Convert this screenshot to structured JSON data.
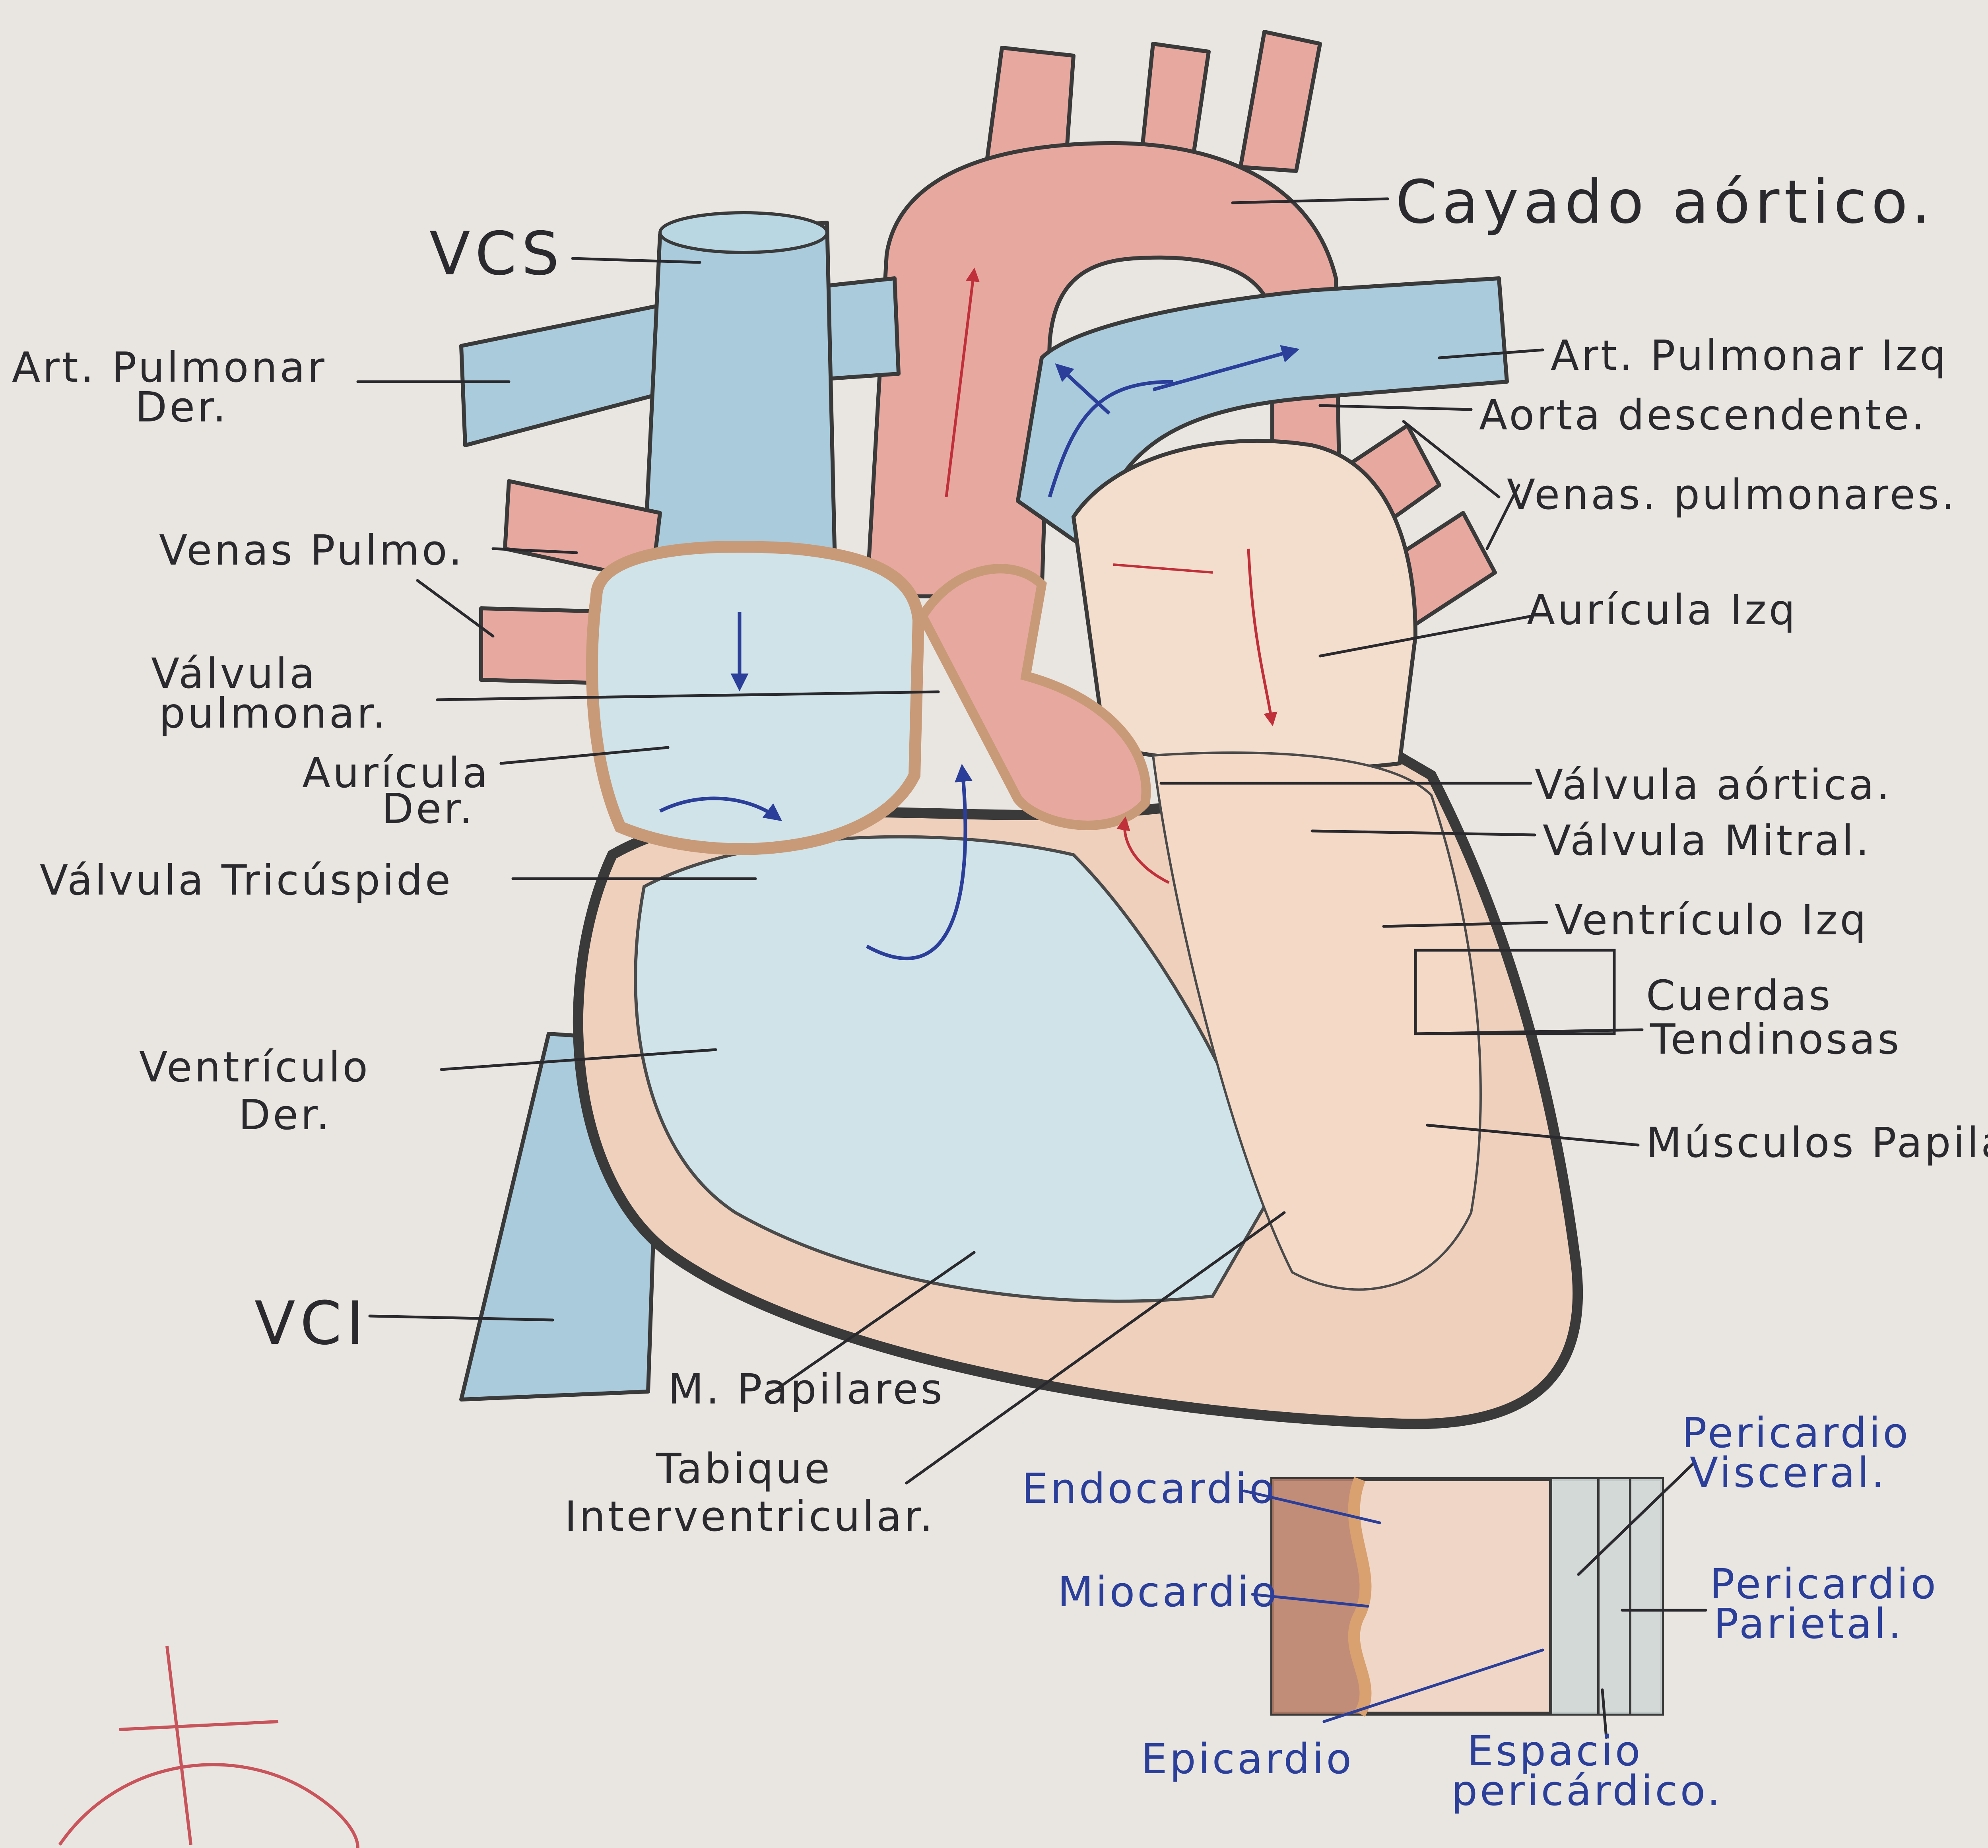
{
  "labels": {
    "vcs": "VCS",
    "art_pulmonar_der_1": "Art. Pulmonar",
    "art_pulmonar_der_2": "Der.",
    "venas_pulmo": "Venas Pulmo.",
    "valvula_pulmonar_1": "Válvula",
    "valvula_pulmonar_2": "pulmonar.",
    "auricula_der_1": "Aurícula",
    "auricula_der_2": "Der.",
    "valvula_tricuspide": "Válvula Tricúspide",
    "ventriculo_der_1": "Ventrículo",
    "ventriculo_der_2": "Der.",
    "vci": "VCI",
    "m_papilares": "M. Papilares",
    "tabique_1": "Tabique",
    "tabique_2": "Interventricular.",
    "cayado_aortico": "Cayado aórtico.",
    "art_pulmonar_izq": "Art. Pulmonar Izq",
    "aorta_descendente": "Aorta descendente.",
    "venas_pulmonares": "Venas. pulmonares.",
    "auricula_izq": "Aurícula Izq",
    "valvula_aortica": "Válvula aórtica.",
    "valvula_mitral": "Válvula Mitral.",
    "ventriculo_izq": "Ventrículo Izq",
    "cuerdas_1": "Cuerdas",
    "cuerdas_2": "Tendinosas",
    "musculos_papilares": "Músculos Papilare",
    "endocardio": "Endocardio",
    "miocardio": "Miocardio",
    "epicardio": "Epicardio",
    "espacio_1": "Espacio",
    "espacio_2": "pericárdico.",
    "pericardio_visceral_1": "Pericardio",
    "pericardio_visceral_2": "Visceral.",
    "pericardio_parietal_1": "Pericardio",
    "pericardio_parietal_2": "Parietal."
  },
  "colors": {
    "paper": "#e9e6e1",
    "vein_blue": "#a9cbdc",
    "artery_pink": "#e7a8a0",
    "muscle_peach": "#efd0bc",
    "ink": "#2a2a2e",
    "blue_ink": "#2b3f9a",
    "red_ink": "#c0303a"
  }
}
